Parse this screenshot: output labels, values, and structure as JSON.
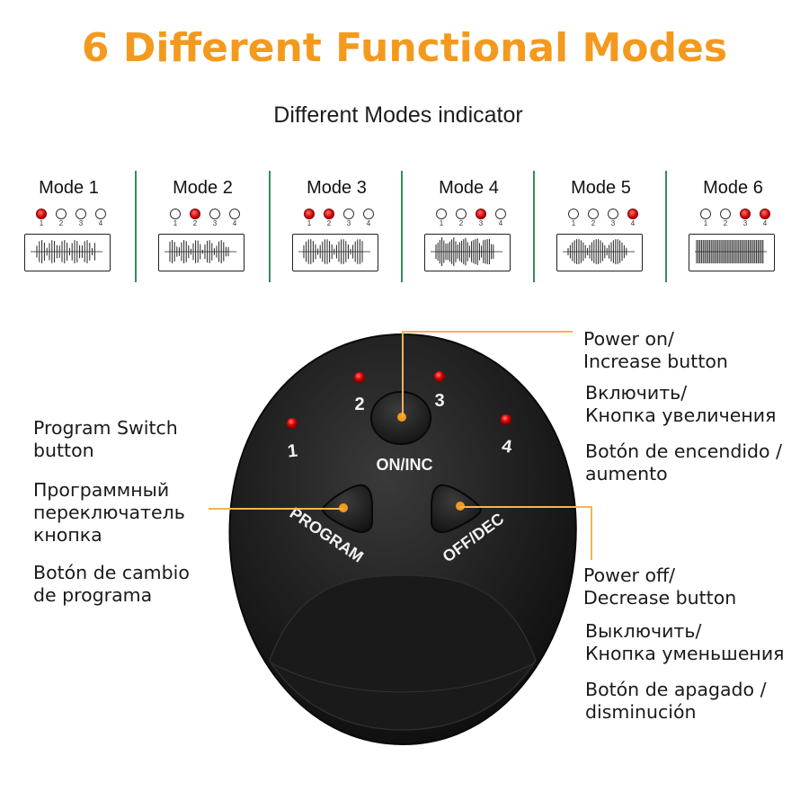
{
  "header": {
    "title": "6 Different Functional Modes",
    "subtitle": "Different Modes indicator"
  },
  "modes": [
    {
      "label": "Mode 1",
      "leds": [
        1,
        0,
        0,
        0
      ],
      "wave": "1"
    },
    {
      "label": "Mode 2",
      "leds": [
        0,
        1,
        0,
        0
      ],
      "wave": "2"
    },
    {
      "label": "Mode 3",
      "leds": [
        1,
        1,
        0,
        0
      ],
      "wave": "3"
    },
    {
      "label": "Mode 4",
      "leds": [
        0,
        0,
        1,
        0
      ],
      "wave": "4"
    },
    {
      "label": "Mode 5",
      "leds": [
        0,
        0,
        0,
        1
      ],
      "wave": "5"
    },
    {
      "label": "Mode 6",
      "leds": [
        0,
        0,
        1,
        1
      ],
      "wave": "6"
    }
  ],
  "led_numbers": [
    "1",
    "2",
    "3",
    "4"
  ],
  "device": {
    "led_numbers": [
      "1",
      "2",
      "3",
      "4"
    ],
    "on_inc_label": "ON/INC",
    "program_label": "PROGRAM",
    "off_dec_label": "OFF/DEC"
  },
  "labels": {
    "power_on": [
      "Power on/",
      "Increase button"
    ],
    "power_on_ru": [
      "Включить/",
      "Кнопка увеличения"
    ],
    "power_on_es": [
      "Botón de encendido /",
      "aumento"
    ],
    "program": [
      "Program Switch",
      "button"
    ],
    "program_ru": [
      "Программный",
      "переключатель",
      "кнопка"
    ],
    "program_es": [
      "Botón de cambio",
      "de programa"
    ],
    "power_off": [
      "Power off/",
      "Decrease button"
    ],
    "power_off_ru": [
      "Выключить/",
      "Кнопка уменьшения"
    ],
    "power_off_es": [
      "Botón de apagado /",
      "disminución"
    ]
  },
  "colors": {
    "title_orange": "#f39a1e",
    "leader_line": "#f0b45c",
    "divider_green": "#3a8b5a",
    "led_red": "#d00000",
    "device_body": "#1e1e1e"
  }
}
